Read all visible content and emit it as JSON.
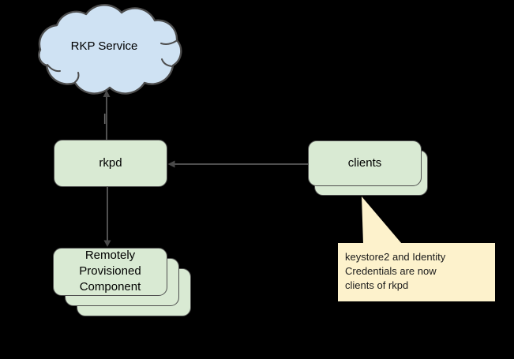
{
  "background": "#000000",
  "colors": {
    "node_fill_green": "#d9ead3",
    "node_stroke": "#4f4f4f",
    "cloud_fill": "#cfe2f3",
    "cloud_stroke": "#4d4d4d",
    "callout_fill": "#fdf2cc",
    "arrow": "#595959",
    "text": "#000000"
  },
  "nodes": {
    "rkp_service": {
      "label": "RKP Service",
      "shape": "cloud"
    },
    "rkpd": {
      "label": "rkpd",
      "shape": "rounded-rect"
    },
    "clients": {
      "label": "clients",
      "shape": "stacked-rounded-rect",
      "stack_count": 2
    },
    "rpc": {
      "label": "Remotely Provisioned Component",
      "lines": [
        "Remotely",
        "Provisioned",
        "Component"
      ],
      "shape": "stacked-rounded-rect",
      "stack_count": 3
    }
  },
  "callout": {
    "text": "keystore2 and Identity Credentials are now clients of rkpd",
    "lines": [
      "keystore2 and Identity",
      "Credentials are now",
      "clients of rkpd"
    ],
    "points_to": "clients"
  },
  "edges": [
    {
      "from": "rkpd",
      "to": "rkp_service",
      "arrow_at": "rkp_service"
    },
    {
      "from": "clients",
      "to": "rkpd",
      "arrow_at": "rkpd"
    },
    {
      "from": "rkpd",
      "to": "rpc",
      "arrow_at": "rpc"
    }
  ]
}
